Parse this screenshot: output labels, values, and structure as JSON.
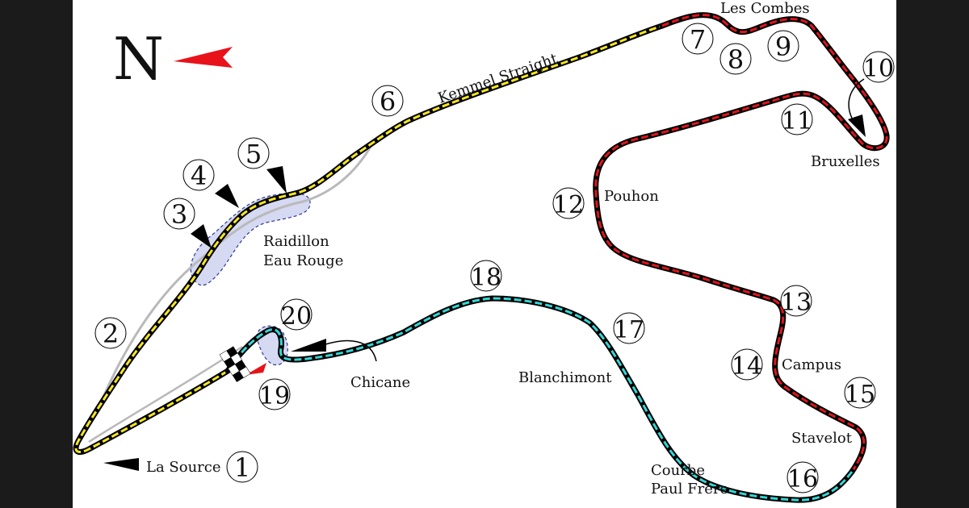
{
  "compass": {
    "letter": "N"
  },
  "labels": {
    "les_combes": "Les Combes",
    "kemmel": "Kemmel Straight",
    "bruxelles": "Bruxelles",
    "pouhon": "Pouhon",
    "raidillon_1": "Raidillon",
    "raidillon_2": "Eau Rouge",
    "chicane": "Chicane",
    "blanchimont": "Blanchimont",
    "campus": "Campus",
    "stavelot": "Stavelot",
    "courbe_1": "Courbe",
    "courbe_2": "Paul Frère",
    "la_source": "La Source"
  },
  "turns": {
    "t1": "1",
    "t2": "2",
    "t3": "3",
    "t4": "4",
    "t5": "5",
    "t6": "6",
    "t7": "7",
    "t8": "8",
    "t9": "9",
    "t10": "10",
    "t11": "11",
    "t12": "12",
    "t13": "13",
    "t14": "14",
    "t15": "15",
    "t16": "16",
    "t17": "17",
    "t18": "18",
    "t19": "19",
    "t20": "20"
  },
  "colors": {
    "sector1": "#f5e61f",
    "sector2": "#e0141c",
    "sector3": "#33d6d6",
    "runoff": "#b9b9b9",
    "highlight": "#d6d9f2",
    "arrow_red": "#e8121b",
    "track": "#000000"
  }
}
